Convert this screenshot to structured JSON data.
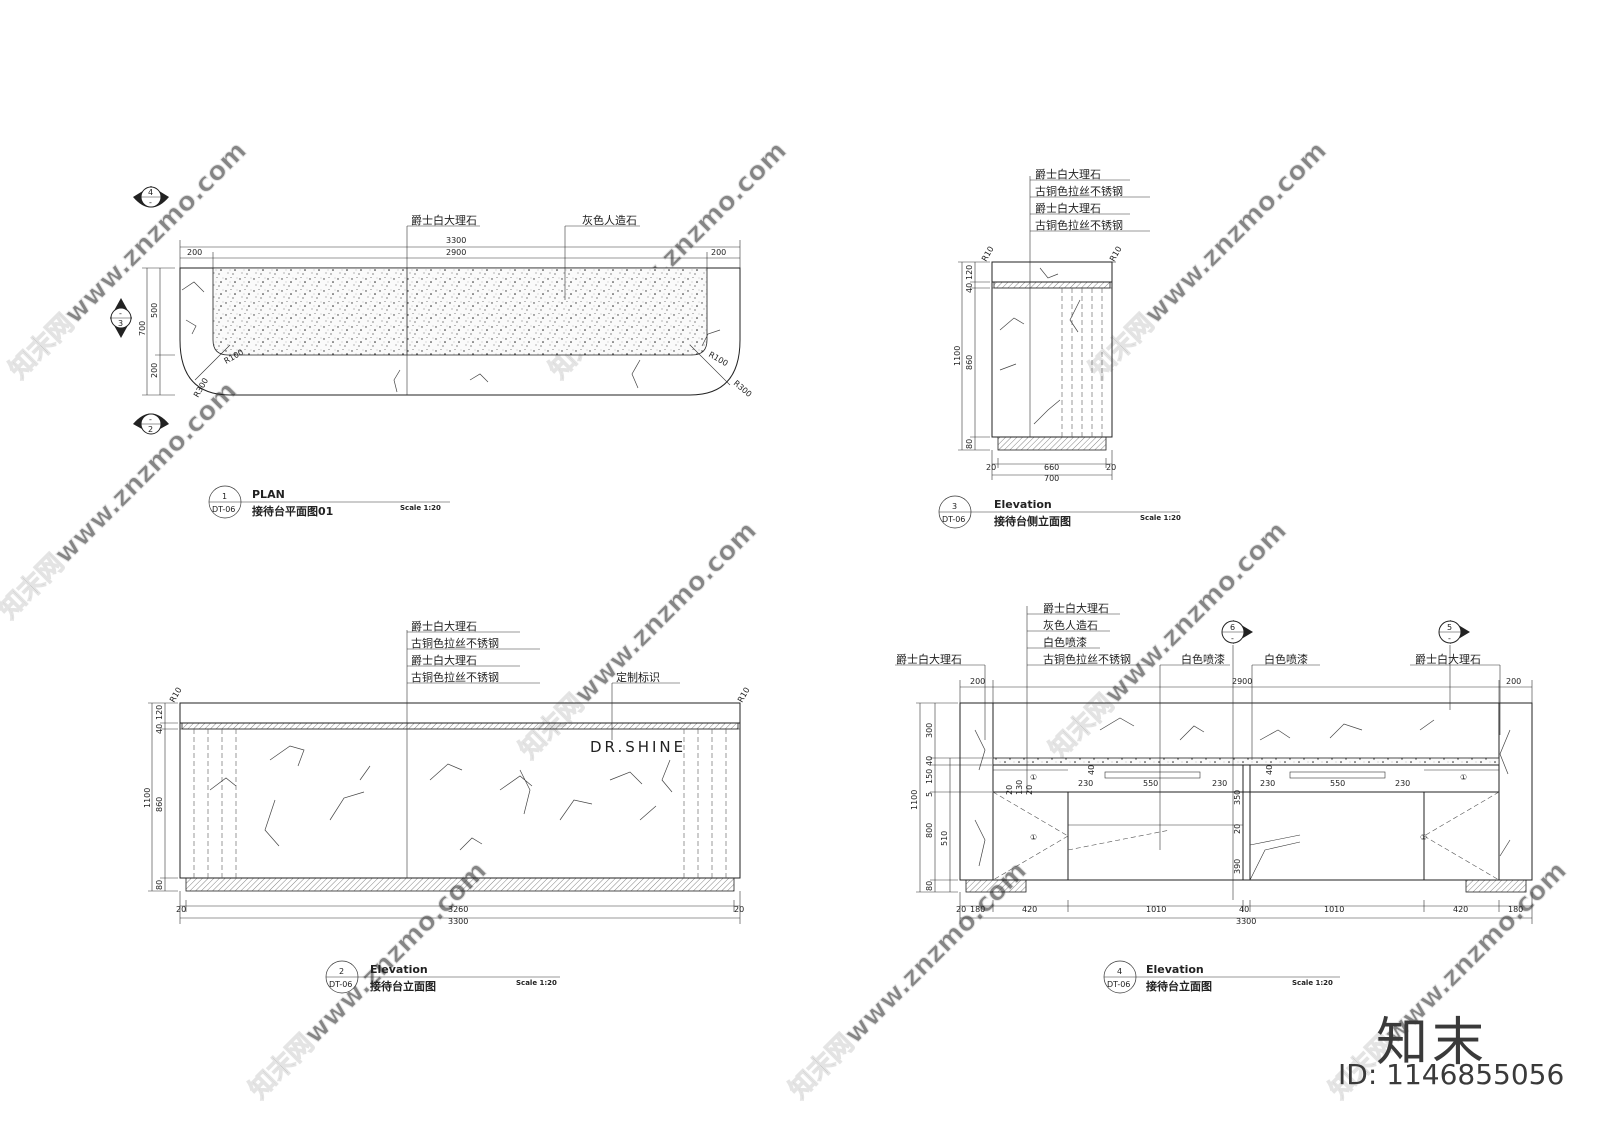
{
  "watermark": "知末网www.znzmo.com",
  "brand": {
    "name": "知末",
    "id": "ID: 1146855056"
  },
  "drawings": [
    {
      "number": "1",
      "sheet": "DT-06",
      "title_en": "PLAN",
      "title_cn": "接待台平面图01",
      "scale": "Scale 1:20",
      "labels": [
        "爵士白大理石",
        "灰色人造石"
      ],
      "dims": {
        "total": "3300",
        "left": "200",
        "mid": "2900",
        "right": "200",
        "depth_total": "700",
        "depth_top": "500",
        "depth_bottom": "200",
        "r300": "R300",
        "r100": "R100",
        "r100b": "R100",
        "r300b": "R300"
      },
      "markers": [
        {
          "top": "4",
          "bottom": "-"
        },
        {
          "top": "-",
          "bottom": "3"
        },
        {
          "top": "-",
          "bottom": "2"
        }
      ]
    },
    {
      "number": "3",
      "sheet": "DT-06",
      "title_en": "Elevation",
      "title_cn": "接待台侧立面图",
      "scale": "Scale 1:20",
      "labels": [
        "爵士白大理石",
        "古铜色拉丝不锈钢",
        "爵士白大理石",
        "古铜色拉丝不锈钢"
      ],
      "dims": {
        "r_left": "R10",
        "r_right": "R10",
        "h_total": "1100",
        "h120": "120",
        "h40": "40",
        "h860": "860",
        "h80": "80",
        "w20a": "20",
        "w660": "660",
        "w20b": "20",
        "w700": "700"
      }
    },
    {
      "number": "2",
      "sheet": "DT-06",
      "title_en": "Elevation",
      "title_cn": "接待台立面图",
      "scale": "Scale 1:20",
      "labels": [
        "爵士白大理石",
        "古铜色拉丝不锈钢",
        "爵士白大理石",
        "古铜色拉丝不锈钢",
        "定制标识"
      ],
      "logo": "DR.SHINE",
      "dims": {
        "r_left": "R10",
        "r_right": "R10",
        "h_total": "1100",
        "h120": "120",
        "h40": "40",
        "h860": "860",
        "h80": "80",
        "w20a": "20",
        "w3260": "3260",
        "w20b": "20",
        "w3300": "3300"
      }
    },
    {
      "number": "4",
      "sheet": "DT-06",
      "title_en": "Elevation",
      "title_cn": "接待台立面图",
      "scale": "Scale 1:20",
      "labels": [
        "爵士白大理石",
        "灰色人造石",
        "白色喷漆",
        "古铜色拉丝不锈钢",
        "爵士白大理石",
        "白色喷漆",
        "白色喷漆",
        "爵士白大理石"
      ],
      "markers": [
        {
          "top": "6",
          "bottom": "-"
        },
        {
          "top": "5",
          "bottom": "-"
        }
      ],
      "dims": {
        "top200a": "200",
        "top2900": "2900",
        "top200b": "200",
        "h_total": "1100",
        "h300": "300",
        "h40": "40",
        "h150": "150",
        "h5": "5",
        "h800": "800",
        "h510": "510",
        "h80": "80",
        "h20": "20",
        "h130": "130",
        "h20b": "20",
        "w180a": "180",
        "w420a": "420",
        "w1010a": "1010",
        "w1010b": "1010",
        "w420b": "420",
        "w180b": "180",
        "w20": "20",
        "w40": "40",
        "w3300": "3300",
        "d230a": "230",
        "d550a": "550",
        "d230b": "230",
        "d230c": "230",
        "d550b": "550",
        "d230d": "230",
        "d40": "40",
        "d40b": "40",
        "d350": "350",
        "d390": "390",
        "d20": "20"
      }
    }
  ]
}
